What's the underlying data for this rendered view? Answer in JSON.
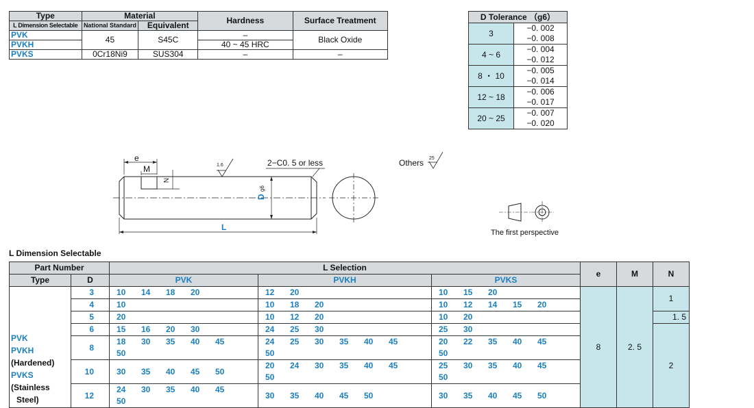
{
  "material_table": {
    "h_type": "Type",
    "h_material": "Material",
    "h_hardness": "Hardness",
    "h_surface": "Surface Treatment",
    "h_ldim": "L Dimension Selectable",
    "h_national": "National Standard",
    "h_equivalent": "Equivalent",
    "rows": [
      {
        "type": "PVK",
        "national": "45",
        "equivalent": "S45C",
        "hardness": "–",
        "surface": "Black Oxide"
      },
      {
        "type": "PVKH",
        "hardness": "40 ~ 45 HRC"
      },
      {
        "type": "PVKS",
        "national": "0Cr18Ni9",
        "equivalent": "SUS304",
        "hardness": "–",
        "surface": "–"
      }
    ]
  },
  "tolerance_table": {
    "title": "D Tolerance （g6）",
    "rows": [
      {
        "d": "3",
        "upper": "−0. 002",
        "lower": "−0. 008"
      },
      {
        "d": "4 ~ 6",
        "upper": "−0. 004",
        "lower": "−0. 012"
      },
      {
        "d": "8 ・ 10",
        "upper": "−0. 005",
        "lower": "−0. 014"
      },
      {
        "d": "12 ~ 18",
        "upper": "−0. 006",
        "lower": "−0. 017"
      },
      {
        "d": "20 ~ 25",
        "upper": "−0. 007",
        "lower": "−0. 020"
      }
    ]
  },
  "drawing": {
    "e": "e",
    "m": "M",
    "n": "N",
    "roughness": "1.6",
    "chamfer": "2−C0. 5 or less",
    "d_label": "D",
    "d_sub": "g6",
    "l_label": "L",
    "others": "Others",
    "others_roughness": "25",
    "projection": "The first perspective"
  },
  "selection": {
    "title": "L Dimension Selectable",
    "h_part": "Part Number",
    "h_lsel": "L  Selection",
    "h_type": "Type",
    "h_d": "D",
    "h_pvk": "PVK",
    "h_pvkh": "PVKH",
    "h_pvks": "PVKS",
    "h_e": "e",
    "h_m": "M",
    "h_n": "N",
    "type_lines": [
      "PVK",
      "PVKH",
      "(Hardened)",
      "PVKS",
      "(Stainless",
      "Steel)"
    ],
    "rows": [
      {
        "d": "3",
        "pvk": [
          "10",
          "14",
          "18",
          "20"
        ],
        "pvkh": [
          "12",
          "20"
        ],
        "pvks": [
          "10",
          "15",
          "20"
        ]
      },
      {
        "d": "4",
        "pvk": [
          "10"
        ],
        "pvkh": [
          "10",
          "18",
          "20"
        ],
        "pvks": [
          "10",
          "12",
          "14",
          "15",
          "20"
        ]
      },
      {
        "d": "5",
        "pvk": [
          "20"
        ],
        "pvkh": [
          "10",
          "12",
          "20"
        ],
        "pvks": [
          "10",
          "20"
        ]
      },
      {
        "d": "6",
        "pvk": [
          "15",
          "16",
          "20",
          "30"
        ],
        "pvkh": [
          "24",
          "25",
          "30"
        ],
        "pvks": [
          "25",
          "30"
        ]
      },
      {
        "d": "8",
        "pvk": [
          "18",
          "30",
          "35",
          "40",
          "45",
          "50"
        ],
        "pvkh": [
          "24",
          "25",
          "30",
          "35",
          "40",
          "45",
          "50"
        ],
        "pvks": [
          "20",
          "22",
          "35",
          "40",
          "45",
          "50"
        ]
      },
      {
        "d": "10",
        "pvk": [
          "30",
          "35",
          "40",
          "45",
          "50"
        ],
        "pvkh": [
          "20",
          "24",
          "30",
          "35",
          "40",
          "45",
          "50"
        ],
        "pvks": [
          "25",
          "30",
          "35",
          "40",
          "45",
          "50"
        ]
      },
      {
        "d": "12",
        "pvk": [
          "24",
          "30",
          "35",
          "40",
          "45",
          "50"
        ],
        "pvkh": [
          "30",
          "35",
          "40",
          "45",
          "50"
        ],
        "pvks": [
          "30",
          "35",
          "40",
          "45",
          "50"
        ]
      }
    ],
    "e": "8",
    "m": "2. 5",
    "n": [
      "1",
      "1. 5",
      "2"
    ]
  }
}
